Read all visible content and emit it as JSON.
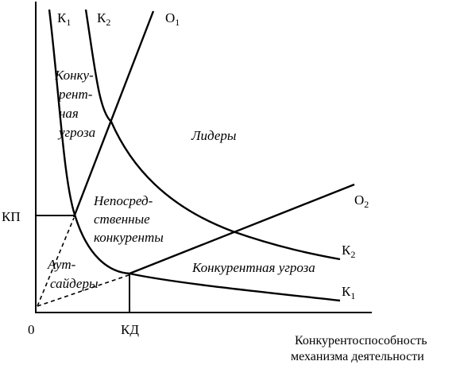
{
  "curves": {
    "k1_upper": {
      "label": "К",
      "sub": "1"
    },
    "k2_upper": {
      "label": "К",
      "sub": "2"
    },
    "o1": {
      "label": "О",
      "sub": "1"
    },
    "o2": {
      "label": "О",
      "sub": "2"
    },
    "k2_lower": {
      "label": "К",
      "sub": "2"
    },
    "k1_lower": {
      "label": "К",
      "sub": "1"
    }
  },
  "regions": {
    "competitive_threat_top": [
      "Конку-",
      "рент-",
      "ная",
      "угроза"
    ],
    "leaders": "Лидеры",
    "direct_competitors": [
      "Непосред-",
      "ственные",
      "конкуренты"
    ],
    "competitive_threat_bottom": "Конкурентная угроза",
    "outsiders": [
      "Аут-",
      "сайдеры"
    ]
  },
  "axes": {
    "origin": "0",
    "y_marker": "КП",
    "x_marker": "КД",
    "x_caption": [
      "Конкурентоспособность",
      "механизма деятельности"
    ]
  }
}
